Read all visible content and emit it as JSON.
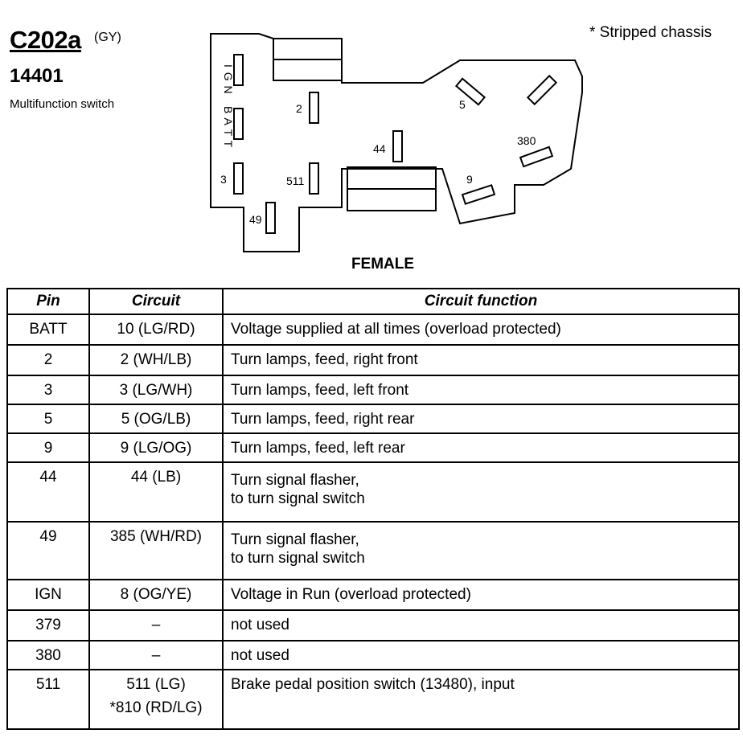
{
  "header": {
    "connector_id": "C202a",
    "connector_color": "(GY)",
    "part_number": "14401",
    "description": "Multifunction switch",
    "note": "* Stripped chassis"
  },
  "diagram": {
    "label": "FEMALE",
    "terminals": {
      "ign": "I G N",
      "batt": "B A T T",
      "t2": "2",
      "t3": "3",
      "t5": "5",
      "t9": "9",
      "t44": "44",
      "t49": "49",
      "t380": "380",
      "t511": "511"
    }
  },
  "table": {
    "headers": [
      "Pin",
      "Circuit",
      "Circuit function"
    ],
    "rows": [
      {
        "pin": "BATT",
        "circuit": [
          "10 (LG/RD)"
        ],
        "function": [
          "Voltage supplied at all times (overload protected)"
        ]
      },
      {
        "pin": "2",
        "circuit": [
          "2 (WH/LB)"
        ],
        "function": [
          "Turn lamps, feed, right front"
        ]
      },
      {
        "pin": "3",
        "circuit": [
          "3 (LG/WH)"
        ],
        "function": [
          "Turn lamps, feed, left front"
        ]
      },
      {
        "pin": "5",
        "circuit": [
          "5 (OG/LB)"
        ],
        "function": [
          "Turn lamps, feed, right rear"
        ]
      },
      {
        "pin": "9",
        "circuit": [
          "9 (LG/OG)"
        ],
        "function": [
          "Turn lamps, feed, left rear"
        ]
      },
      {
        "pin": "44",
        "circuit": [
          "44 (LB)"
        ],
        "function": [
          "Turn signal flasher,",
          "to turn signal switch"
        ]
      },
      {
        "pin": "49",
        "circuit": [
          "385 (WH/RD)"
        ],
        "function": [
          "Turn signal flasher,",
          "to turn signal switch"
        ]
      },
      {
        "pin": "IGN",
        "circuit": [
          "8 (OG/YE)"
        ],
        "function": [
          "Voltage in Run (overload protected)"
        ]
      },
      {
        "pin": "379",
        "circuit": [
          "–"
        ],
        "function": [
          "not used"
        ]
      },
      {
        "pin": "380",
        "circuit": [
          "–"
        ],
        "function": [
          "not used"
        ]
      },
      {
        "pin": "511",
        "circuit": [
          "511 (LG)",
          "*810 (RD/LG)"
        ],
        "function": [
          "Brake pedal position switch (13480), input"
        ]
      }
    ]
  }
}
